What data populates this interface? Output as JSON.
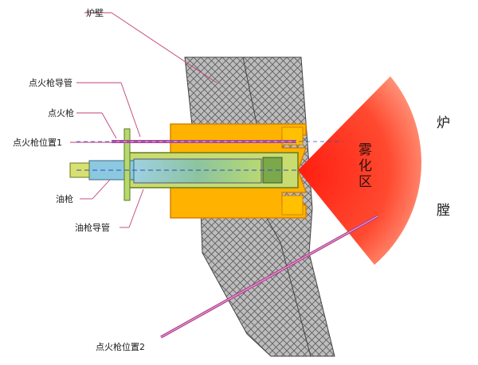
{
  "labels": {
    "wall": "炉壁",
    "igniter_guide": "点火枪导管",
    "igniter": "点火枪",
    "igniter_pos1": "点火枪位置1",
    "oil_gun": "油枪",
    "oil_gun_guide": "油枪导管",
    "igniter_pos2": "点火枪位置2",
    "atomization_zone": [
      "雾",
      "化",
      "区"
    ],
    "furnace_chamber": [
      "炉",
      "膛"
    ]
  },
  "colors": {
    "wall_fill": "#bdbdbd",
    "hatch": "#5a5a5a",
    "body_yellow": "#ffb300",
    "body_edge": "#d98200",
    "tube_blue": "#7fb6c8",
    "leader": "#c0407a",
    "flame_inner": "#ff2a1a",
    "flame_outer": "#ffb0a0"
  }
}
